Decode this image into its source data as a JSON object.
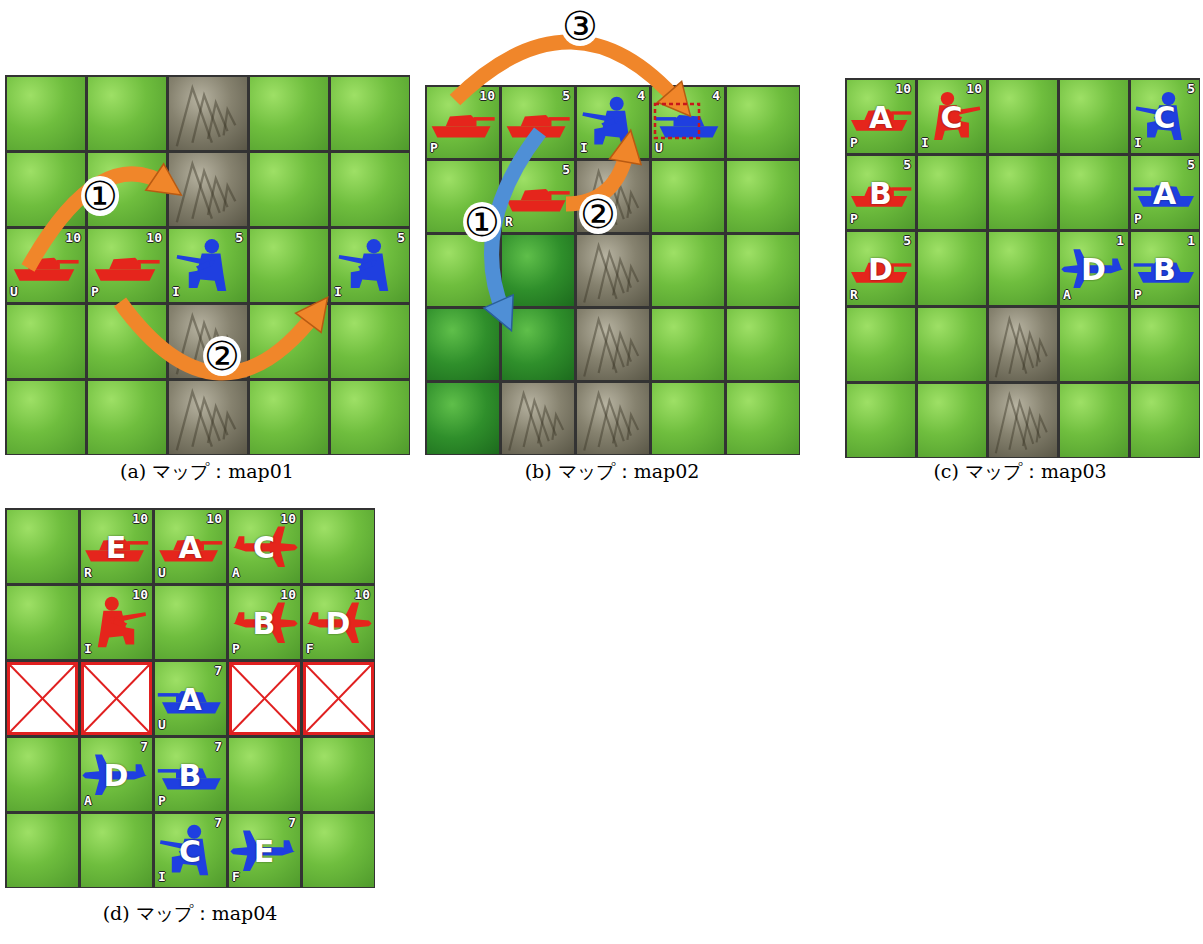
{
  "diagram": {
    "labels": [
      "10",
      "U",
      "10",
      "P",
      "5",
      "I",
      "5",
      "I",
      "①",
      "②",
      "10",
      "P",
      "5",
      "4",
      "I",
      "4",
      "U",
      "5",
      "R",
      "①",
      "②",
      "③",
      "A",
      "10",
      "P",
      "C",
      "10",
      "I",
      "C",
      "5",
      "I",
      "B",
      "5",
      "P",
      "A",
      "5",
      "P",
      "D",
      "5",
      "R",
      "D",
      "1",
      "A",
      "B",
      "1",
      "P",
      "E",
      "10",
      "R",
      "A",
      "10",
      "U",
      "C",
      "10",
      "A",
      "10",
      "I",
      "B",
      "10",
      "P",
      "D",
      "10",
      "F",
      "A",
      "7",
      "U",
      "D",
      "7",
      "A",
      "B",
      "7",
      "P",
      "C",
      "7",
      "I",
      "E",
      "7",
      "F",
      "(a) マップ：map01",
      "(b) マップ：map02",
      "(c) マップ：map03",
      "(d) マップ：map04"
    ]
  }
}
